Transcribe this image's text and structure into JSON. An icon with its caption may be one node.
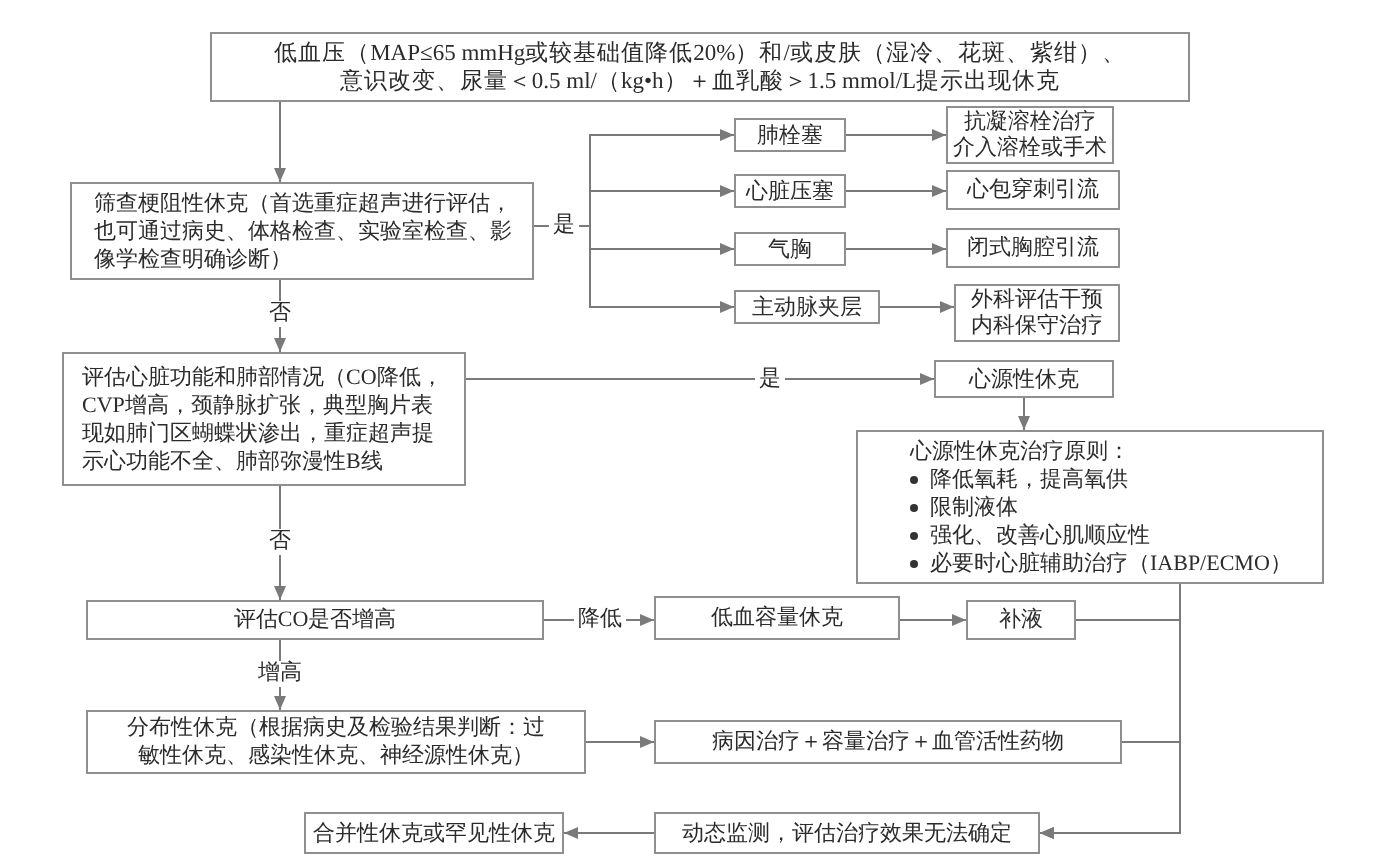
{
  "diagram": {
    "nodes": [
      {
        "text": [
          "低血压（MAP≤65 mmHg或较基础值降低20%）和/或皮肤（湿冷、花斑、紫绀）、意识改变、尿量＜0.5 ml/（kg•h）＋血乳酸＞1.5 mmol/L提示出现休克"
        ]
      },
      {
        "text": [
          "筛查梗阻性休克（首选重症超声进行评估，也可通过病史、体格检查、实验室检查、影像学检查明确诊断）"
        ]
      },
      {
        "text": [
          "肺栓塞"
        ]
      },
      {
        "text": [
          "抗凝溶栓治疗",
          "介入溶栓或手术"
        ]
      },
      {
        "text": [
          "心脏压塞"
        ]
      },
      {
        "text": [
          "心包穿刺引流"
        ]
      },
      {
        "text": [
          "气胸"
        ]
      },
      {
        "text": [
          "闭式胸腔引流"
        ]
      },
      {
        "text": [
          "主动脉夹层"
        ]
      },
      {
        "text": [
          "外科评估干预",
          "内科保守治疗"
        ]
      },
      {
        "text": [
          "评估心脏功能和肺部情况（CO降低，CVP增高，颈静脉扩张，典型胸片表现如肺门区蝴蝶状渗出，重症超声提示心功能不全、肺部弥漫性B线"
        ]
      },
      {
        "text": [
          "心源性休克"
        ]
      },
      {
        "text": [
          "心源性休克治疗原则：",
          "降低氧耗，提高氧供",
          "限制液体",
          "强化、改善心肌顺应性",
          "必要时心脏辅助治疗（IABP/ECMO）"
        ]
      },
      {
        "text": [
          "评估CO是否增高"
        ]
      },
      {
        "text": [
          "低血容量休克"
        ]
      },
      {
        "text": [
          "补液"
        ]
      },
      {
        "text": [
          "分布性休克（根据病史及检验结果判断：过敏性休克、感染性休克、神经源性休克）"
        ]
      },
      {
        "text": [
          "病因治疗＋容量治疗＋血管活性药物"
        ]
      },
      {
        "text": [
          "合并性休克或罕见性休克"
        ]
      },
      {
        "text": [
          "动态监测，评估治疗效果无法确定"
        ]
      }
    ],
    "edges": [
      {
        "from": 0,
        "to": 1,
        "arrow": "to"
      },
      {
        "from": 1,
        "to": 2,
        "arrow": "to",
        "label": "是"
      },
      {
        "from": 1,
        "to": 4,
        "arrow": "to"
      },
      {
        "from": 1,
        "to": 6,
        "arrow": "to"
      },
      {
        "from": 1,
        "to": 8,
        "arrow": "to"
      },
      {
        "from": 2,
        "to": 3,
        "arrow": "to"
      },
      {
        "from": 4,
        "to": 5,
        "arrow": "to"
      },
      {
        "from": 6,
        "to": 7,
        "arrow": "to"
      },
      {
        "from": 8,
        "to": 9,
        "arrow": "to"
      },
      {
        "from": 1,
        "to": 10,
        "arrow": "to",
        "label": "否"
      },
      {
        "from": 10,
        "to": 11,
        "arrow": "to",
        "label": "是"
      },
      {
        "from": 11,
        "to": 12,
        "arrow": "to"
      },
      {
        "from": 10,
        "to": 13,
        "arrow": "to",
        "label": "否"
      },
      {
        "from": 13,
        "to": 14,
        "arrow": "to",
        "label": "降低"
      },
      {
        "from": 14,
        "to": 15,
        "arrow": "to"
      },
      {
        "from": 13,
        "to": 16,
        "arrow": "to",
        "label": "增高"
      },
      {
        "from": 16,
        "to": 17,
        "arrow": "to"
      },
      {
        "from": 12,
        "to": 19,
        "arrow": "to"
      },
      {
        "from": 15,
        "to": 19,
        "arrow": "to"
      },
      {
        "from": 17,
        "to": 19,
        "arrow": "to"
      },
      {
        "from": 19,
        "to": 18,
        "arrow": "to"
      }
    ]
  }
}
